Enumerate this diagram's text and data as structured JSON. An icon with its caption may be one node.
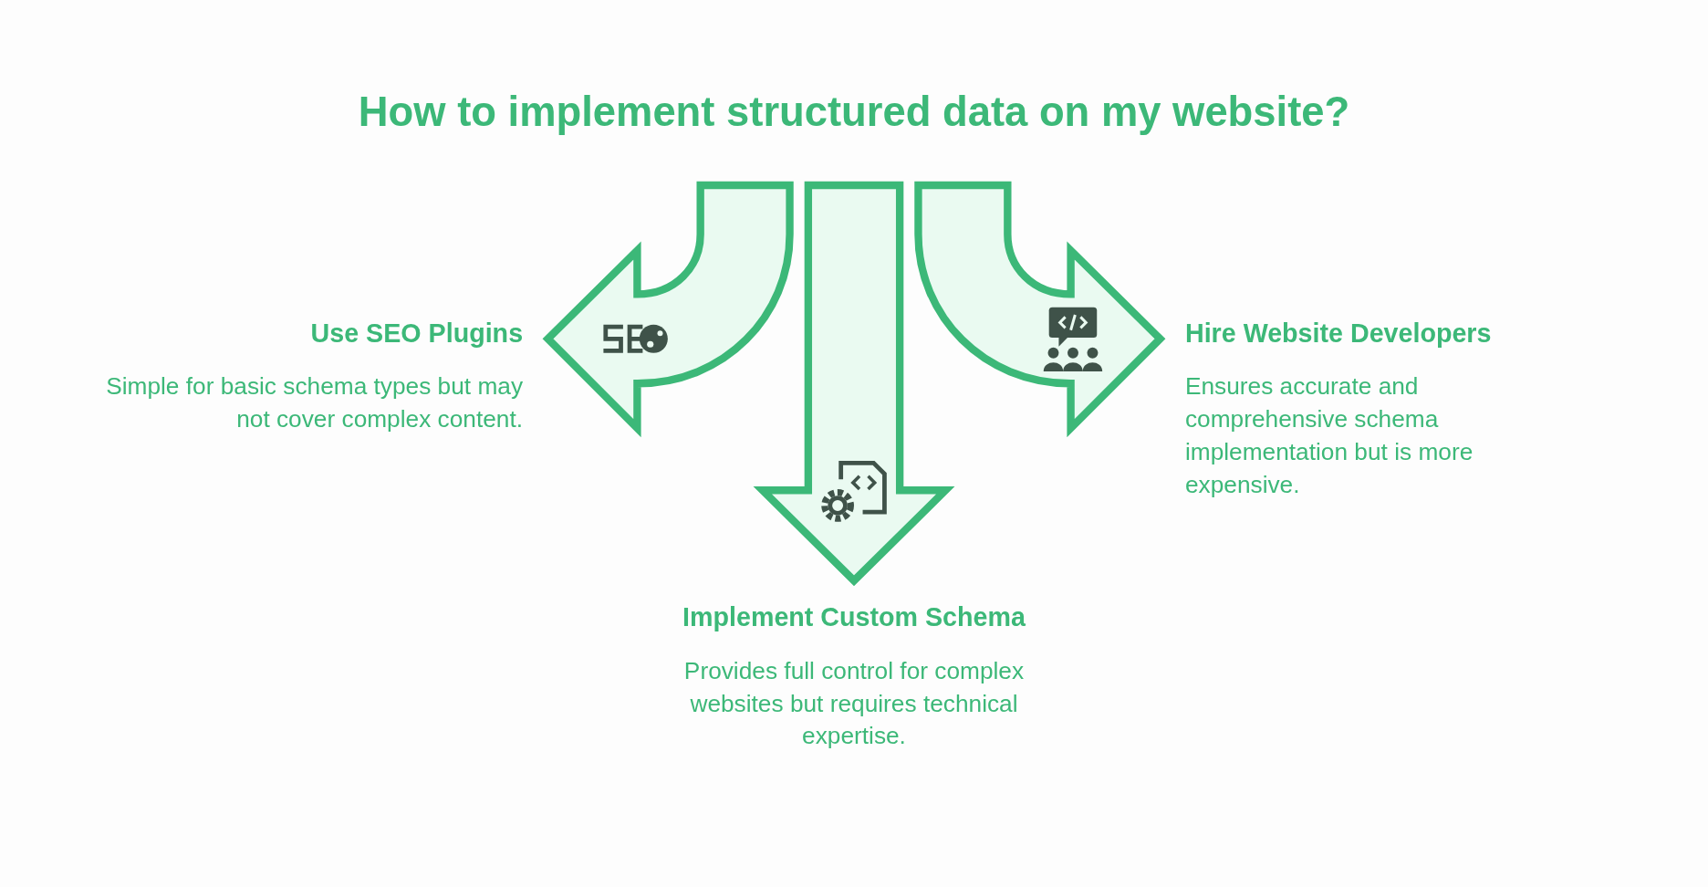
{
  "diagram": {
    "title": "How to implement structured data on my website?",
    "nodes": [
      {
        "text": [
          "Use SEO Plugins",
          "Simple for basic schema types but may not cover complex content."
        ]
      },
      {
        "text": [
          "Hire Website Developers",
          "Ensures accurate and comprehensive schema implementation but is more expensive."
        ]
      },
      {
        "text": [
          "Implement Custom Schema",
          "Provides full control for complex websites but requires technical expertise."
        ]
      }
    ],
    "edges": [
      {
        "from": null,
        "to": 0,
        "arrow": "to"
      },
      {
        "from": null,
        "to": 1,
        "arrow": "to"
      },
      {
        "from": null,
        "to": 2,
        "arrow": "to"
      }
    ]
  }
}
